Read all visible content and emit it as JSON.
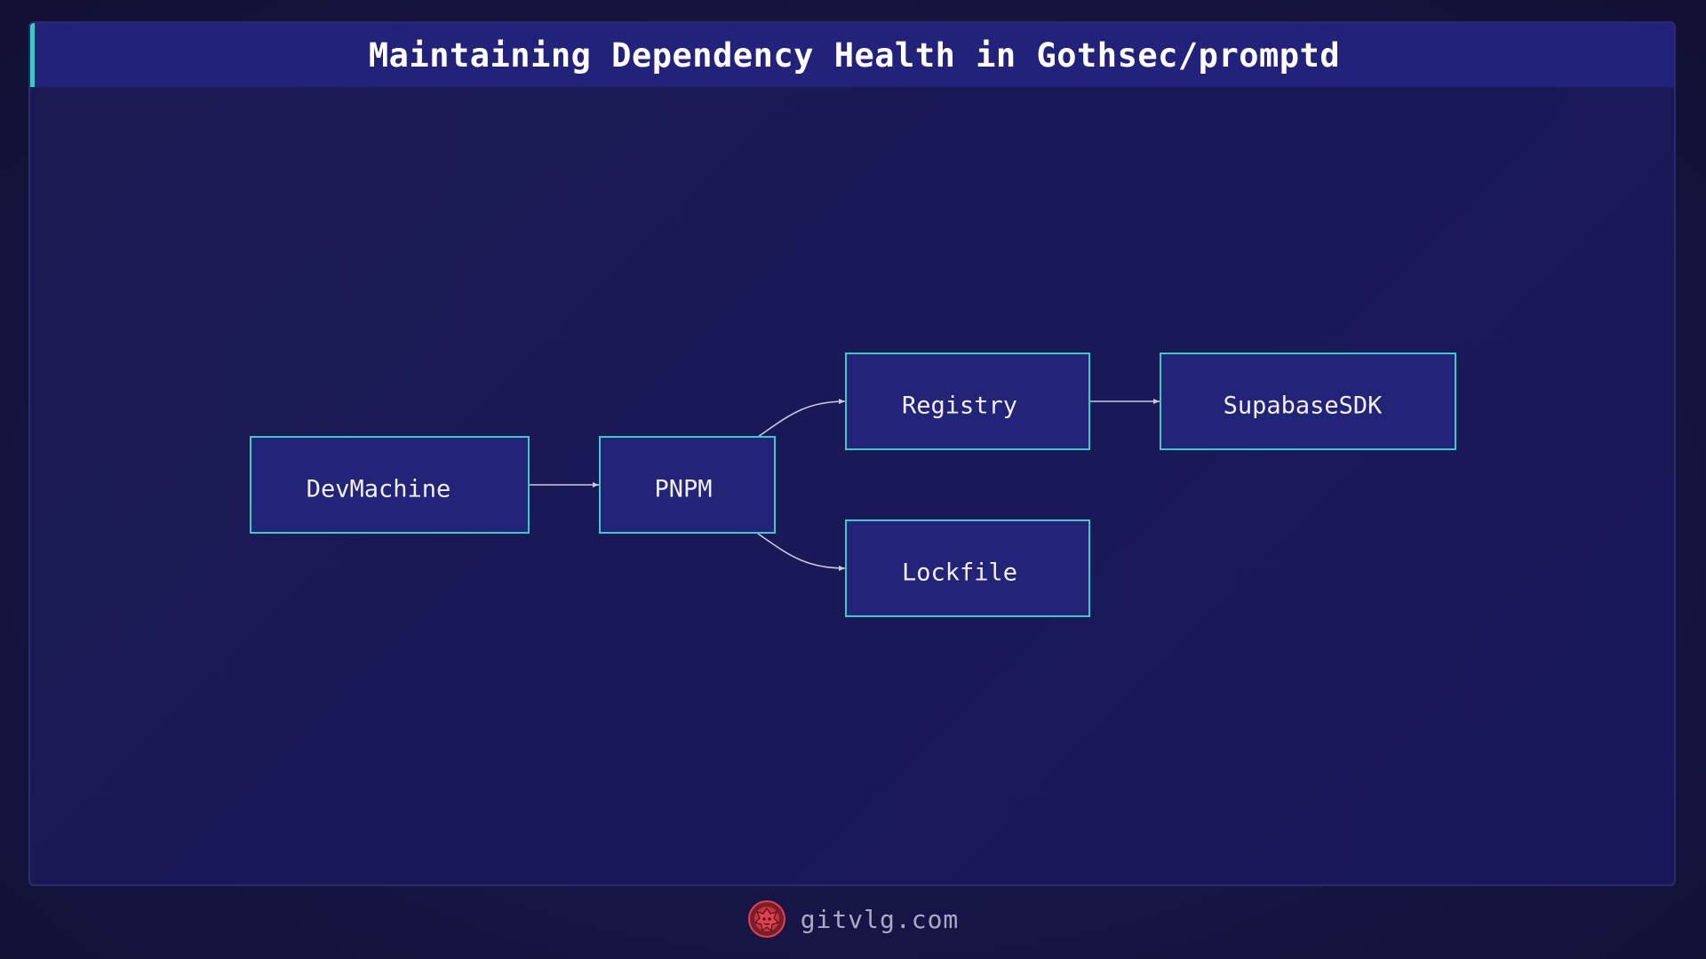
{
  "title": "Maintaining Dependency Health in Gothsec/promptd",
  "diagram": {
    "nodes": [
      {
        "id": "devmachine",
        "label": "DevMachine"
      },
      {
        "id": "pnpm",
        "label": "PNPM"
      },
      {
        "id": "registry",
        "label": "Registry"
      },
      {
        "id": "supabasesdk",
        "label": "SupabaseSDK"
      },
      {
        "id": "lockfile",
        "label": "Lockfile"
      }
    ],
    "edges": [
      {
        "from": "devmachine",
        "to": "pnpm"
      },
      {
        "from": "pnpm",
        "to": "registry"
      },
      {
        "from": "pnpm",
        "to": "lockfile"
      },
      {
        "from": "registry",
        "to": "supabasesdk"
      }
    ]
  },
  "footer": {
    "logo_icon": "lion-head-logo-icon",
    "site": "gitvlg.com"
  },
  "colors": {
    "background": "#161544",
    "title_bar": "#22227a",
    "accent": "#3ec9c9",
    "node_fill": "#232377",
    "logo": "#e0434f"
  }
}
